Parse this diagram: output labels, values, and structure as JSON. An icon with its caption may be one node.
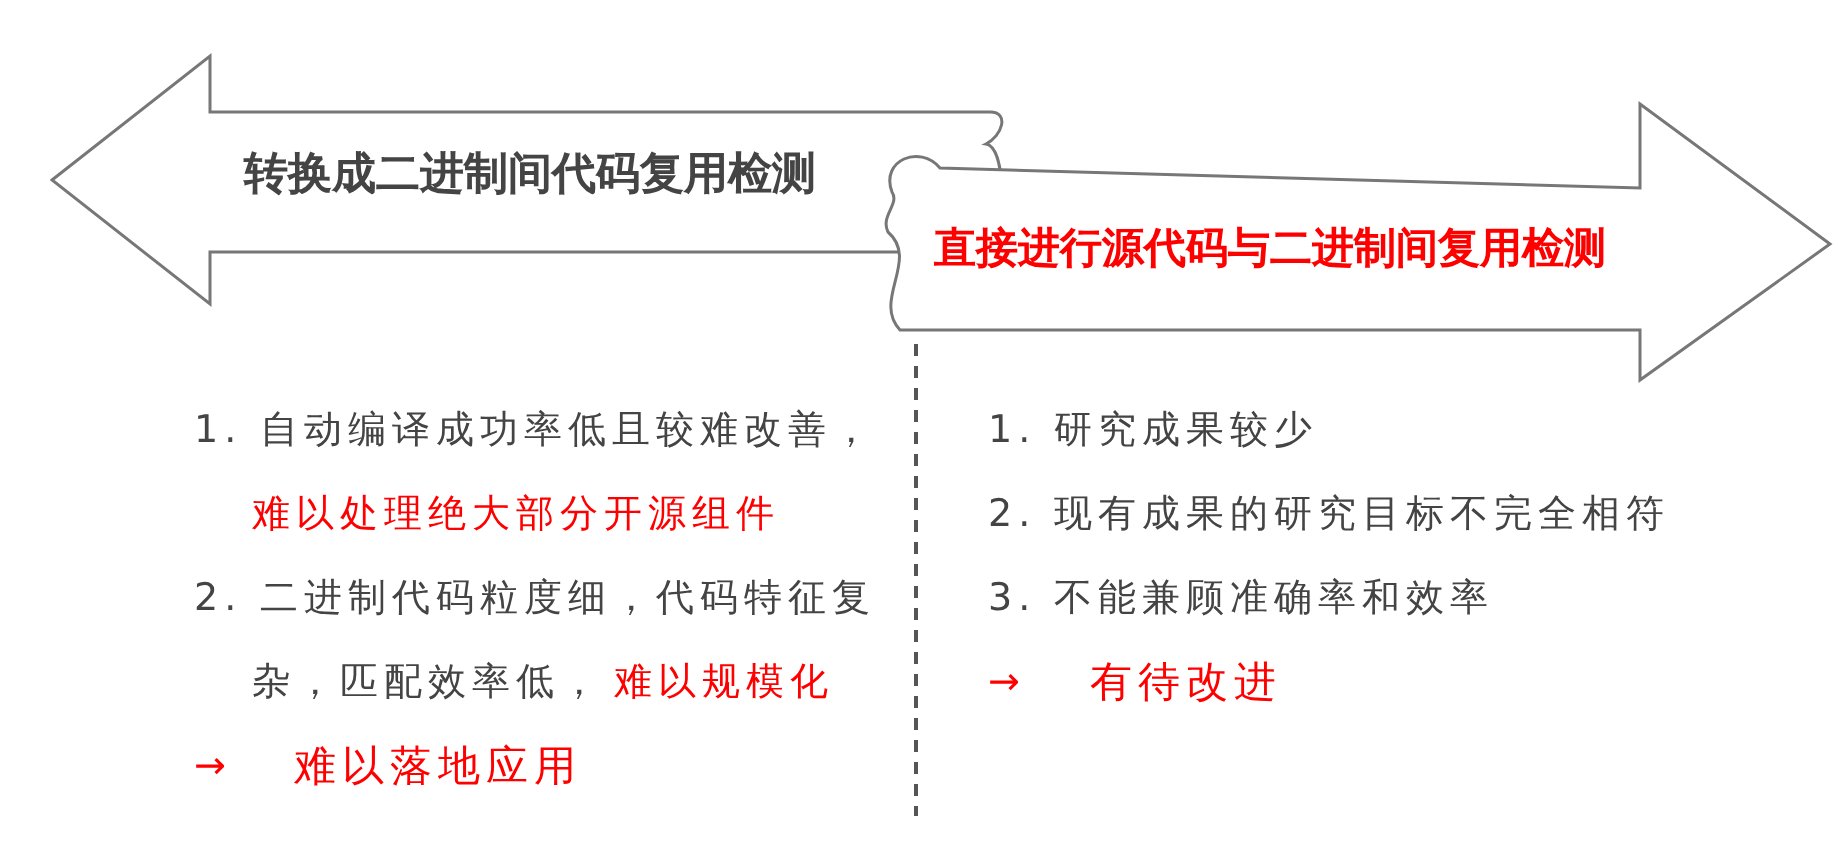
{
  "diagram": {
    "nodes": [
      {
        "text": [
          "转换成二进制间代码复用检测"
        ]
      },
      {
        "text": [
          "直接进行源代码与二进制间复用检测"
        ]
      }
    ],
    "edges": [],
    "labels": [
      "1. 自动编译成功率低且较难改善，",
      "难以处理绝大部分开源组件",
      "2. 二进制代码粒度细，代码特征复杂，匹配效率低，",
      "难以规模化",
      "→",
      "难以落地应用",
      "1. 研究成果较少",
      "2. 现有成果的研究目标不完全相符",
      "3. 不能兼顾准确率和效率",
      "→",
      "有待改进"
    ]
  }
}
